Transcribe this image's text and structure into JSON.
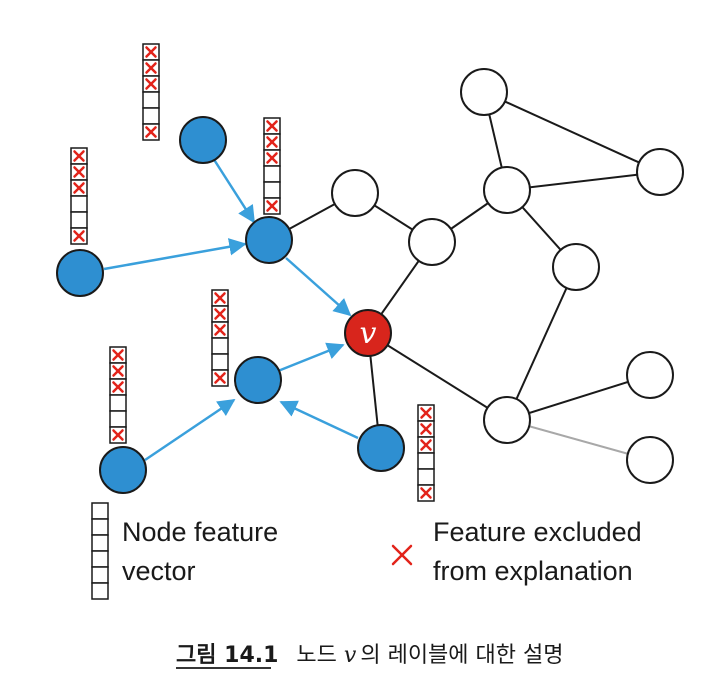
{
  "diagram": {
    "target_node_label": "v",
    "legend": {
      "vector_line1": "Node feature",
      "vector_line2": "vector",
      "excluded_line1": "Feature excluded",
      "excluded_line2": "from explanation"
    },
    "caption": {
      "figure_label": "그림 14.1",
      "text_before": "노드 ",
      "variable": "v",
      "text_after": "의 레이블에 대한 설명"
    },
    "colors": {
      "neighbor_node": "#2e8fd1",
      "target_node": "#d8251c",
      "message_arrow": "#3aa0dc",
      "excluded_mark": "#e2231a"
    },
    "icons": [
      "feature-vector-icon",
      "excluded-feature-x-icon",
      "arrowhead-icon"
    ]
  }
}
